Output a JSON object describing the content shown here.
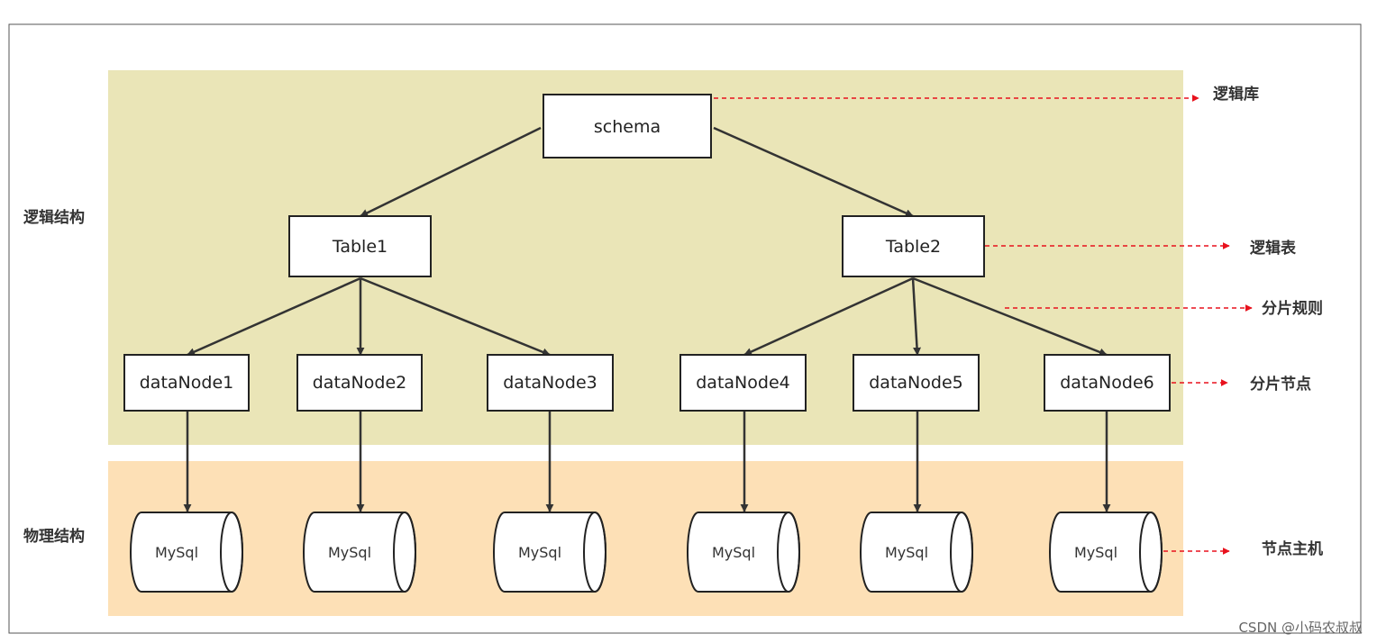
{
  "colors": {
    "logical_band": "#eae5b7",
    "physical_band": "#fde0b6",
    "node_border": "#222222",
    "arrow": "#333333",
    "annotation_arrow": "#e8111d"
  },
  "sections": {
    "logical": "逻辑结构",
    "physical": "物理结构"
  },
  "nodes": {
    "schema": "schema",
    "table1": "Table1",
    "table2": "Table2",
    "datanodes": [
      "dataNode1",
      "dataNode2",
      "dataNode3",
      "dataNode4",
      "dataNode5",
      "dataNode6"
    ]
  },
  "databases": [
    "MySql",
    "MySql",
    "MySql",
    "MySql",
    "MySql",
    "MySql"
  ],
  "annotations": {
    "logical_db": "逻辑库",
    "logical_table": "逻辑表",
    "sharding_rule": "分片规则",
    "shard_node": "分片节点",
    "node_host": "节点主机"
  },
  "watermark": "CSDN @小码农叔叔"
}
